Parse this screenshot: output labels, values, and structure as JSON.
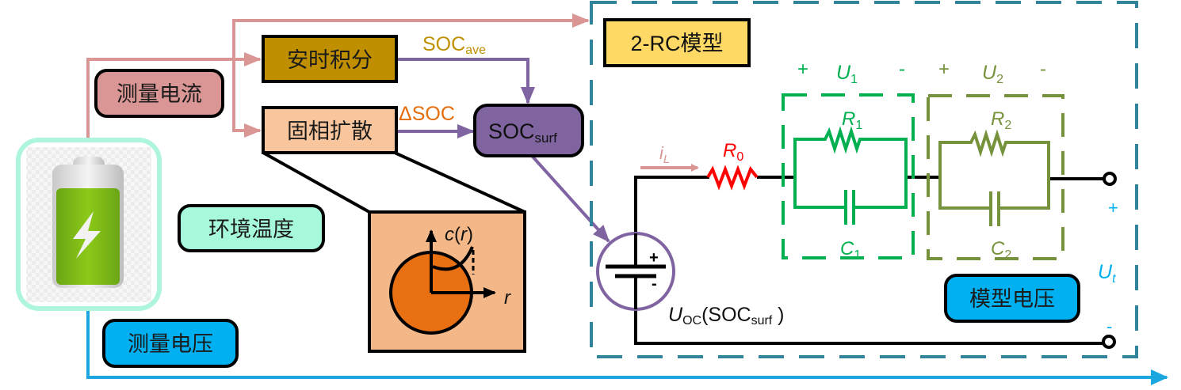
{
  "colors": {
    "current_line": "#d99694",
    "voltage_line": "#1aa7e0",
    "purple": "#8064a2",
    "soc_surf_fill": "#7f64a0",
    "ah_fill": "#bf8f00",
    "diffusion_fill": "#f4b98a",
    "particle_fill": "#e97012",
    "model_box_border": "#31849b",
    "model_title_fill": "#ffd966",
    "rc1_green": "#00b050",
    "rc2_olive": "#76923c",
    "r0_red": "#ff0000",
    "temp_fill": "#a7f9db",
    "voltage_label_fill": "#00b0f0",
    "current_label_fill": "#d99694",
    "battery_frame": "#aef5dd",
    "soc_ave_text": "#bf9000",
    "delta_soc_text": "#e46c0a",
    "ut_text": "#00b0f0"
  },
  "labels": {
    "measure_current": "测量电流",
    "measure_voltage": "测量电压",
    "ambient_temp": "环境温度",
    "ah_integration": "安时积分",
    "solid_diffusion": "固相扩散",
    "soc_ave_main": "SOC",
    "soc_ave_sub": "ave",
    "delta_soc": "ΔSOC",
    "soc_surf_main": "SOC",
    "soc_surf_sub": "surf",
    "model_title": "2-RC模型",
    "model_voltage": "模型电压"
  },
  "particle": {
    "c_of_r": "c(r)",
    "c_label": "c",
    "r_label": "r",
    "paren_open": "(",
    "paren_close": ")"
  },
  "circuit": {
    "iL_main": "i",
    "iL_sub": "L",
    "R0_main": "R",
    "R0_sub": "0",
    "R1_main": "R",
    "R1_sub": "1",
    "C1_main": "C",
    "C1_sub": "1",
    "R2_main": "R",
    "R2_sub": "2",
    "C2_main": "C",
    "C2_sub": "2",
    "U1_main": "U",
    "U1_sub": "1",
    "U2_main": "U",
    "U2_sub": "2",
    "plus": "+",
    "minus": "-",
    "Ut_main": "U",
    "Ut_sub": "t",
    "uoc_main": "U",
    "uoc_sub": "OC",
    "uoc_arg_open": "(SOC",
    "uoc_arg_sub": "surf",
    "uoc_arg_close": " )",
    "source_plus": "+",
    "source_minus": "-"
  }
}
